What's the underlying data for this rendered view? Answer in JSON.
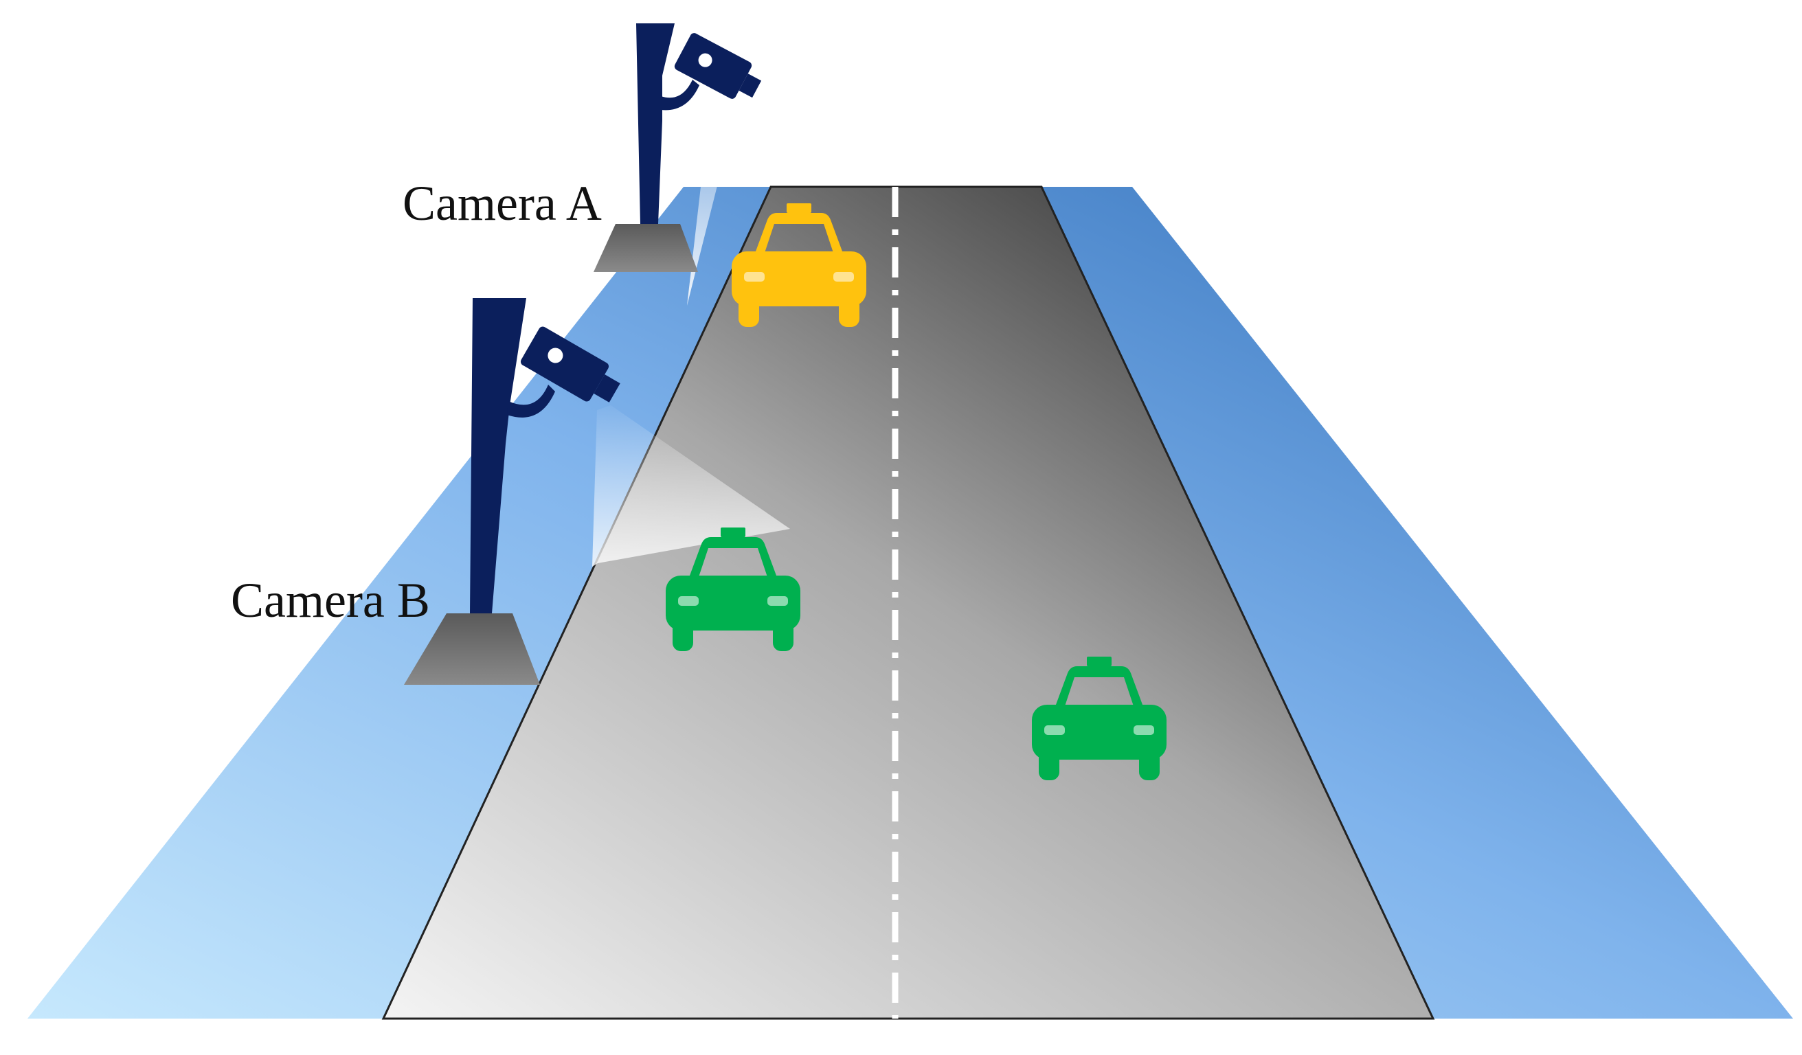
{
  "cameras": [
    {
      "id": "a",
      "label": "Camera A"
    },
    {
      "id": "b",
      "label": "Camera B"
    }
  ],
  "vehicles": [
    {
      "id": "car-1",
      "color": "#ffc20e",
      "icon": "taxi-icon"
    },
    {
      "id": "car-2",
      "color": "#00b04f",
      "icon": "taxi-icon"
    },
    {
      "id": "car-3",
      "color": "#00b04f",
      "icon": "taxi-icon"
    }
  ],
  "colors": {
    "camera": "#0b1f5c",
    "camera_base": "#707070",
    "shoulder_light": "#c6e8fd",
    "shoulder_dark": "#2e6db8",
    "road_light": "#f4f4f4",
    "road_dark": "#333333",
    "lane_marking": "#ffffff",
    "highlight_vehicle": "#ffc20e",
    "normal_vehicle": "#00b04f"
  }
}
